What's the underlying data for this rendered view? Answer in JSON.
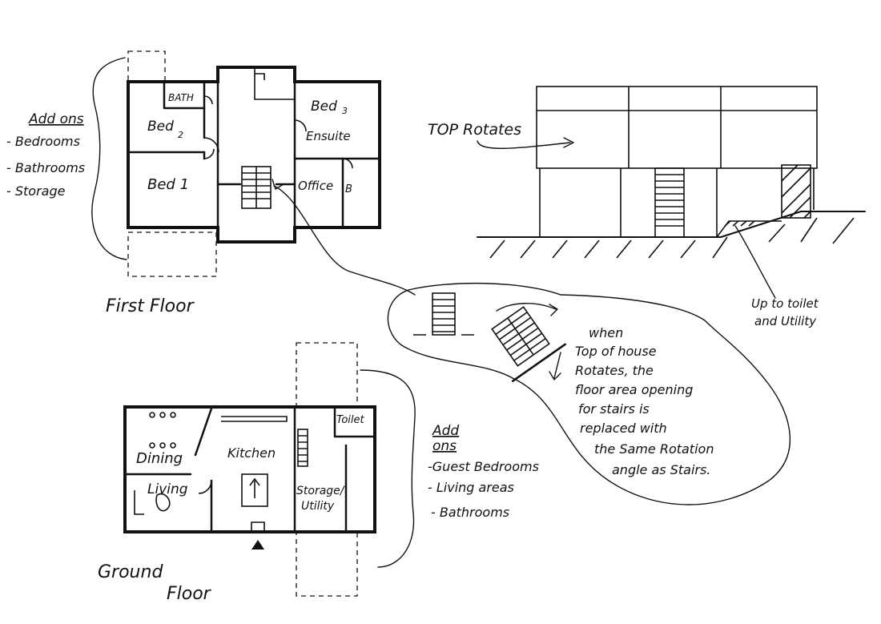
{
  "first_floor": {
    "title": "First Floor",
    "rooms": {
      "bath": "BATH",
      "bed2": "Bed",
      "bed2_num": "2",
      "bed1": "Bed 1",
      "bed3": "Bed",
      "bed3_num": "3",
      "ensuite": "Ensuite",
      "office": "Office",
      "b": "B"
    },
    "addons_title": "Add ons",
    "addons": [
      "- Bedrooms",
      "- Bathrooms",
      "- Storage"
    ]
  },
  "elevation": {
    "top_label": "TOP Rotates",
    "bottom_label_1": "Up to toilet",
    "bottom_label_2": "and Utility"
  },
  "stairs_note": [
    "when",
    "Top of house",
    "Rotates, the",
    "floor area opening",
    "for stairs is",
    "replaced with",
    "the Same Rotation",
    "angle as Stairs."
  ],
  "ground_floor": {
    "title_1": "Ground",
    "title_2": "Floor",
    "rooms": {
      "dining": "Dining",
      "kitchen": "Kitchen",
      "living": "Living",
      "storage": "Storage/",
      "utility": "Utility",
      "toilet": "Toilet"
    },
    "addons_title_1": "Add",
    "addons_title_2": "ons",
    "addons": [
      "-Guest Bedrooms",
      "- Living areas",
      "- Bathrooms"
    ]
  }
}
